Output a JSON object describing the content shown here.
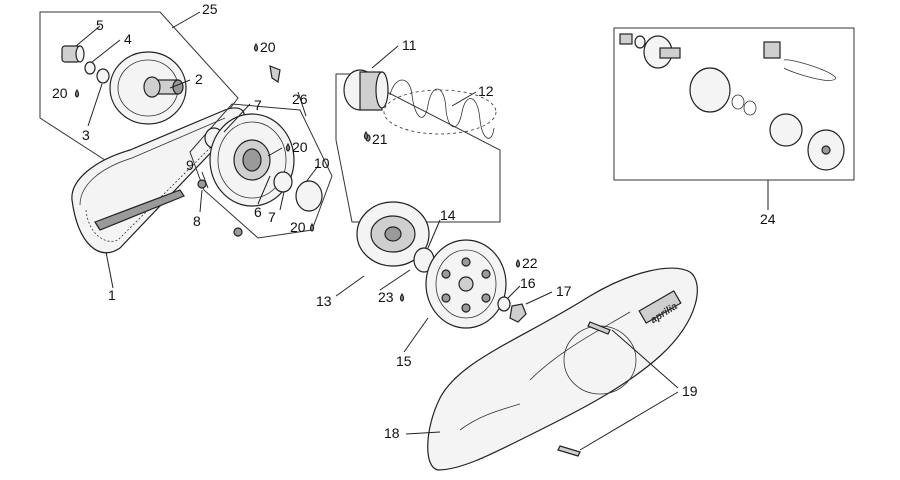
{
  "callouts": [
    {
      "id": "c1",
      "text": "1"
    },
    {
      "id": "c2",
      "text": "2"
    },
    {
      "id": "c3",
      "text": "3"
    },
    {
      "id": "c4",
      "text": "4"
    },
    {
      "id": "c5",
      "text": "5"
    },
    {
      "id": "c6",
      "text": "6"
    },
    {
      "id": "c7a",
      "text": "7"
    },
    {
      "id": "c7b",
      "text": "7"
    },
    {
      "id": "c8",
      "text": "8"
    },
    {
      "id": "c9",
      "text": "9"
    },
    {
      "id": "c10",
      "text": "10"
    },
    {
      "id": "c11",
      "text": "11"
    },
    {
      "id": "c12",
      "text": "12"
    },
    {
      "id": "c13",
      "text": "13"
    },
    {
      "id": "c14",
      "text": "14"
    },
    {
      "id": "c15",
      "text": "15"
    },
    {
      "id": "c16",
      "text": "16"
    },
    {
      "id": "c17",
      "text": "17"
    },
    {
      "id": "c18",
      "text": "18"
    },
    {
      "id": "c19",
      "text": "19"
    },
    {
      "id": "c20a",
      "text": "20"
    },
    {
      "id": "c20b",
      "text": "20"
    },
    {
      "id": "c20c",
      "text": "20"
    },
    {
      "id": "c20d",
      "text": "20"
    },
    {
      "id": "c21",
      "text": "21"
    },
    {
      "id": "c22",
      "text": "22"
    },
    {
      "id": "c23",
      "text": "23"
    },
    {
      "id": "c24",
      "text": "24"
    },
    {
      "id": "c25",
      "text": "25"
    },
    {
      "id": "c26",
      "text": "26"
    }
  ],
  "brand_logo_text": "aprilia",
  "colors": {
    "line": "#222222",
    "background": "#ffffff"
  }
}
